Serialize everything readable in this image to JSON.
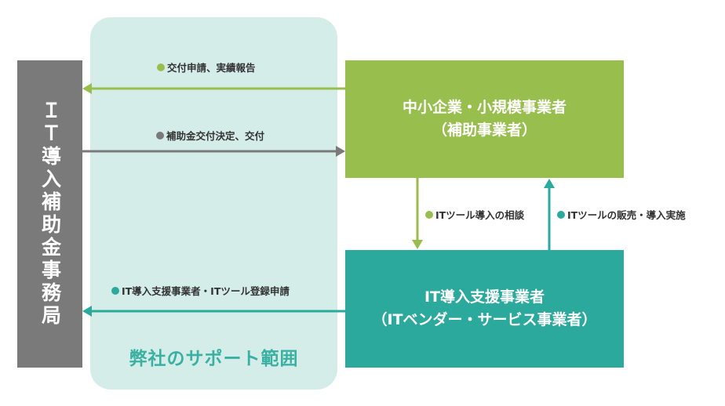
{
  "support_area": {
    "label": "弊社のサポート範囲"
  },
  "office": {
    "label": "ＩＴ導入補助金事務局"
  },
  "sme": {
    "line1": "中小企業・小規模事業者",
    "line2": "（補助事業者）"
  },
  "vendor": {
    "line1": "IT導入支援事業者",
    "line2": "（ITベンダー・サービス事業者）"
  },
  "flows": {
    "application_report": "交付申請、実績報告",
    "grant_decision": "補助金交付決定、交付",
    "consultation": "ITツール導入の相談",
    "sales_implementation": "ITツールの販売・導入実施",
    "vendor_registration": "IT導入支援事業者・ITツール登録申請"
  },
  "colors": {
    "green": "#98be4e",
    "gray": "#7a7a7a",
    "teal": "#2ba99c",
    "support_bg": "#d5ede9"
  }
}
